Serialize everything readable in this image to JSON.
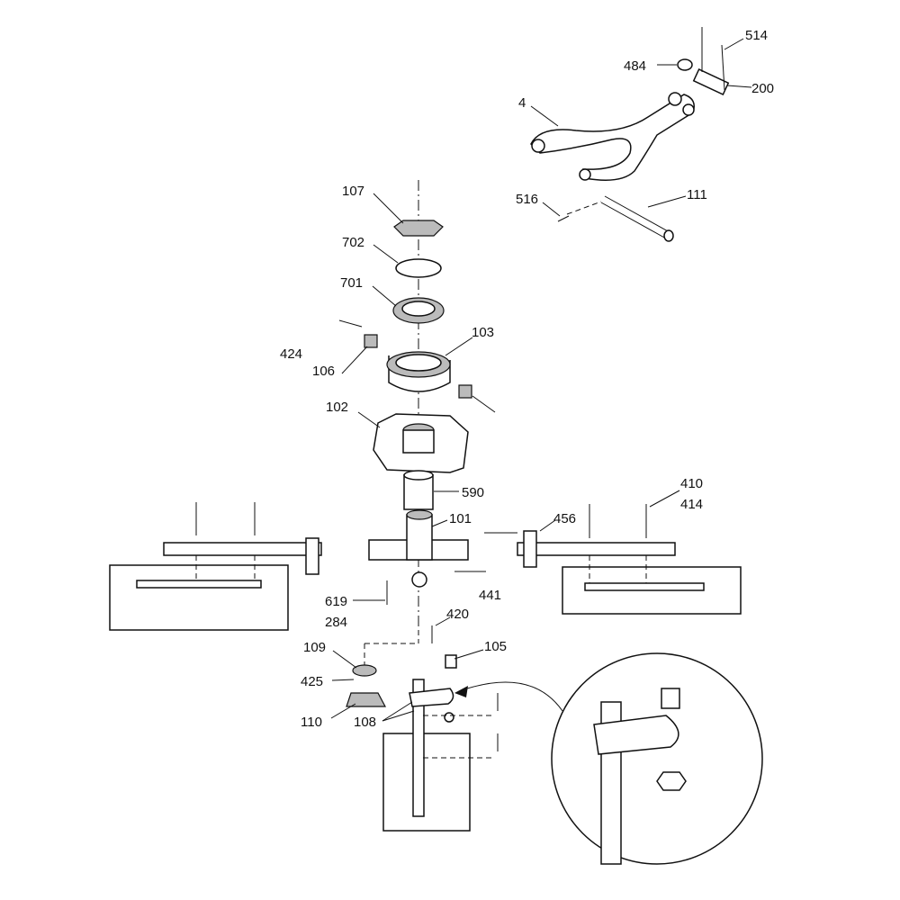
{
  "diagram": {
    "type": "exploded parts diagram",
    "part_labels": {
      "p514": "514",
      "p484": "484",
      "p200": "200",
      "p4": "4",
      "p516": "516",
      "p111": "111",
      "p107": "107",
      "p702": "702",
      "p701": "701",
      "p103": "103",
      "p424": "424",
      "p106": "106",
      "p102": "102",
      "p590": "590",
      "p101": "101",
      "p410": "410",
      "p414": "414",
      "p456": "456",
      "p441": "441",
      "p619": "619",
      "p284": "284",
      "p420": "420",
      "p105": "105",
      "p109": "109",
      "p425": "425",
      "p110": "110",
      "p108": "108"
    }
  }
}
